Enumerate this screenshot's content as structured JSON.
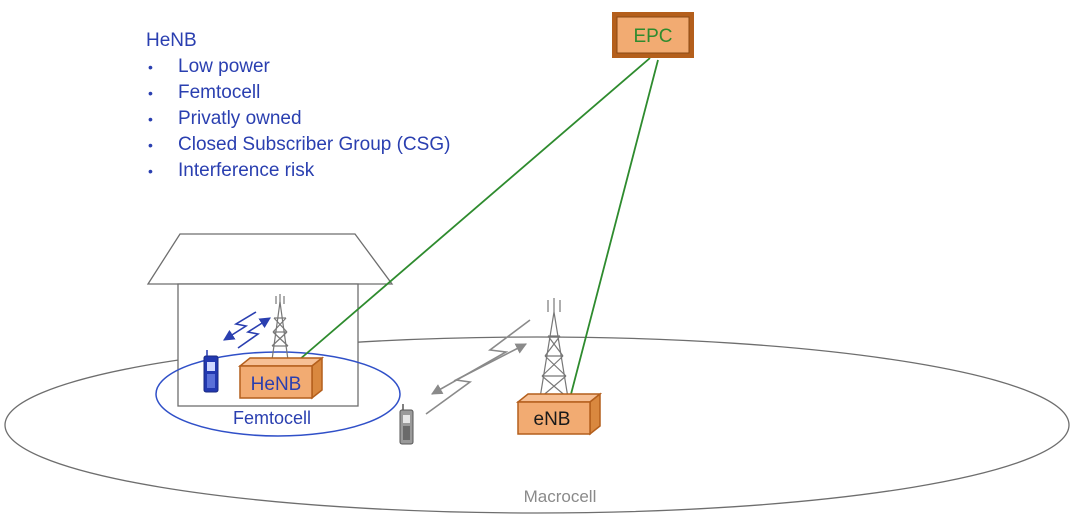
{
  "legend": {
    "title": "HeNB",
    "items": [
      "Low power",
      "Femtocell",
      "Privatly owned",
      "Closed Subscriber Group (CSG)",
      "Interference risk"
    ]
  },
  "nodes": {
    "epc": "EPC",
    "henb": "HeNB",
    "enb": "eNB"
  },
  "cells": {
    "femtocell": "Femtocell",
    "macrocell": "Macrocell"
  },
  "colors": {
    "legend_text": "#2a3fb0",
    "box_fill": "#f2ab72",
    "box_stroke": "#b45f1c",
    "epc_text": "#2e8b2e",
    "backhaul_line": "#2e8b2e",
    "femtocell_ring": "#3050c8",
    "femto_link": "#2a3fb0",
    "macro_link": "#8a8a8a",
    "outline": "#6e6e6e"
  },
  "icons": {
    "phone_in_house": "mobile-phone-icon",
    "phone_outside": "mobile-phone-icon",
    "antenna_henb": "antenna-tower-icon",
    "antenna_enb": "antenna-tower-icon",
    "radio_link": "lightning-link-icon"
  }
}
